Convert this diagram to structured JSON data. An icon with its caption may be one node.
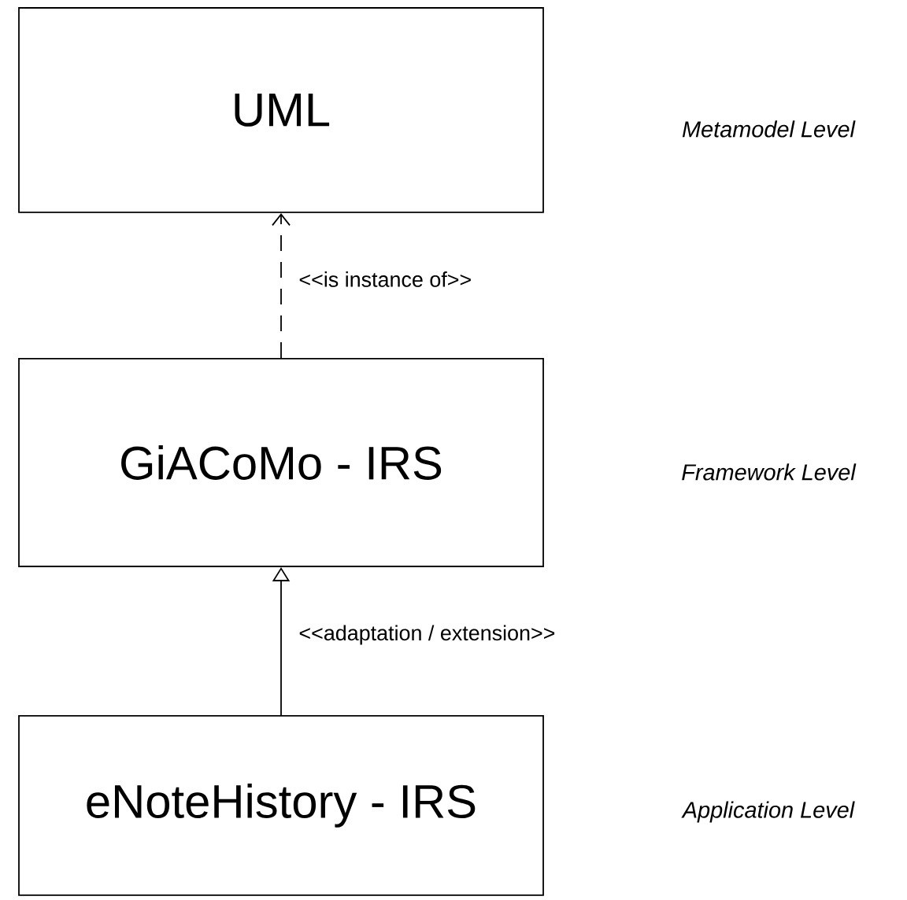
{
  "diagram": {
    "nodes": [
      {
        "text": [
          "UML"
        ]
      },
      {
        "text": [
          "GiACoMo - IRS"
        ]
      },
      {
        "text": [
          "eNoteHistory - IRS"
        ]
      }
    ],
    "edges": [
      {
        "from": 1,
        "to": 0,
        "arrow": "to",
        "style": "dashed",
        "label": "<<is instance of>>"
      },
      {
        "from": 2,
        "to": 1,
        "arrow": "to",
        "label": "<<adaptation / extension>>"
      }
    ],
    "labels": [
      "Metamodel Level",
      "Framework Level",
      "Application Level"
    ]
  }
}
